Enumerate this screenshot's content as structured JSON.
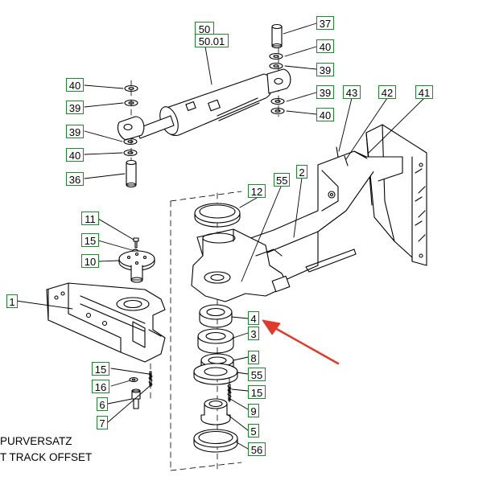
{
  "callouts": {
    "c50": "50",
    "c5001": "50.01",
    "c37": "37",
    "c40a": "40",
    "c39a": "39",
    "c39b": "39",
    "c40b": "40",
    "c40c": "40",
    "c39c": "39",
    "c39d": "39",
    "c40d": "40",
    "c36": "36",
    "c43": "43",
    "c42": "42",
    "c41": "41",
    "c12": "12",
    "c55a": "55",
    "c2": "2",
    "c11": "11",
    "c15a": "15",
    "c10": "10",
    "c1": "1",
    "c4": "4",
    "c3": "3",
    "c8": "8",
    "c55b": "55",
    "c15b": "15",
    "c16": "16",
    "c6": "6",
    "c15c": "15",
    "c9": "9",
    "c7": "7",
    "c5": "5",
    "c56": "56"
  },
  "caption": {
    "line1": "PURVERSATZ",
    "line2": "T TRACK OFFSET"
  },
  "colors": {
    "callout_border": "#1a8a2a",
    "arrow": "#e03a2a",
    "line": "#000000"
  }
}
